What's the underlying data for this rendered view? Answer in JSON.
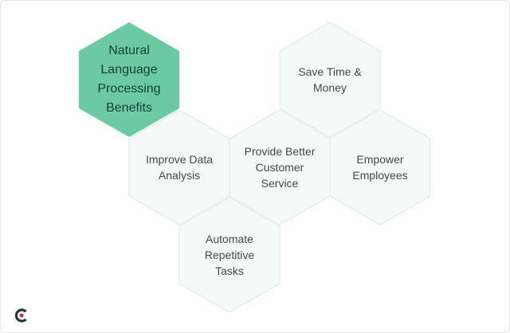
{
  "diagram": {
    "type": "hexagon-cluster",
    "colors": {
      "main_fill": "#6bcaa2",
      "node_fill": "#f3faf8",
      "node_stroke": "#dcefe9",
      "main_text": "#17403a",
      "node_text": "#3f4a4a"
    },
    "main": {
      "label": "Natural Language Processing Benefits",
      "lines": [
        "Natural",
        "Language",
        "Processing",
        "Benefits"
      ]
    },
    "nodes": [
      {
        "label": "Save Time & Money",
        "lines": [
          "Save Time &",
          "Money"
        ]
      },
      {
        "label": "Improve Data Analysis",
        "lines": [
          "Improve Data",
          "Analysis"
        ]
      },
      {
        "label": "Provide Better Customer Service",
        "lines": [
          "Provide Better",
          "Customer",
          "Service"
        ]
      },
      {
        "label": "Empower Employees",
        "lines": [
          "Empower",
          "Employees"
        ]
      },
      {
        "label": "Automate Repetitive Tasks",
        "lines": [
          "Automate",
          "Repetitive",
          "Tasks"
        ]
      }
    ]
  },
  "logo": {
    "icon": "brand-c-logo",
    "accent": "#e0242f",
    "dark": "#1f3a3d"
  }
}
